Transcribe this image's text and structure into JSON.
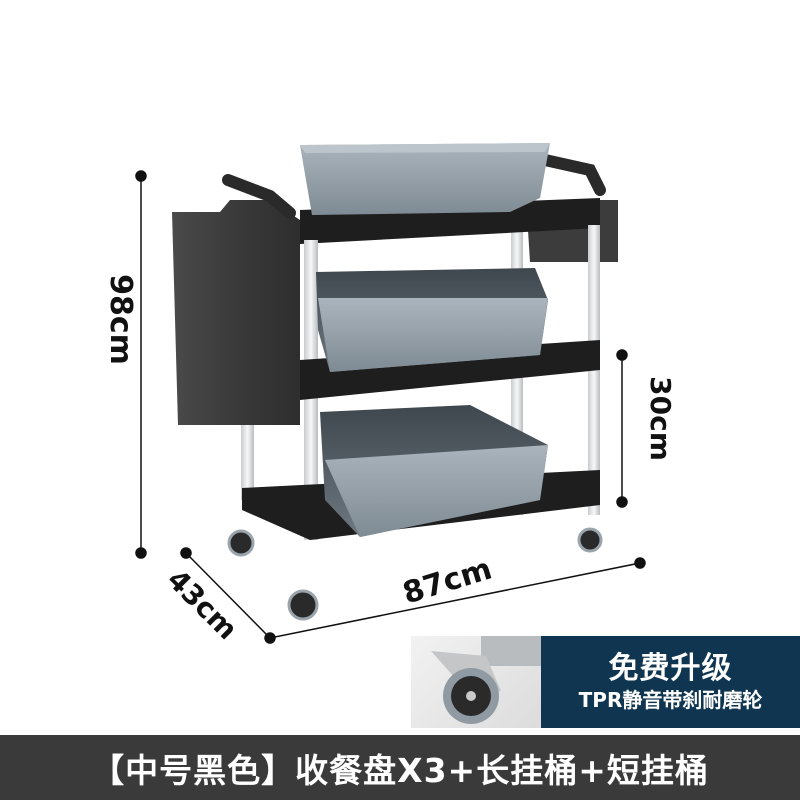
{
  "product": {
    "type": "three-tier dining service cart",
    "colors": {
      "frame": "#1e1e1e",
      "tub": "#8e9aa3",
      "pole": "#e6e8ea",
      "bucket": "#3d3d3d",
      "promo_bg": "#0f3550",
      "footer_bg": "#3a3a3a"
    }
  },
  "dimensions": {
    "height": "98cm",
    "shelf_gap": "30cm",
    "depth": "43cm",
    "width": "87cm"
  },
  "promo": {
    "title": "免费升级",
    "subtitle": "TPR静音带刹耐磨轮"
  },
  "footer": {
    "caption": "【中号黑色】收餐盘X3+长挂桶+短挂桶"
  }
}
